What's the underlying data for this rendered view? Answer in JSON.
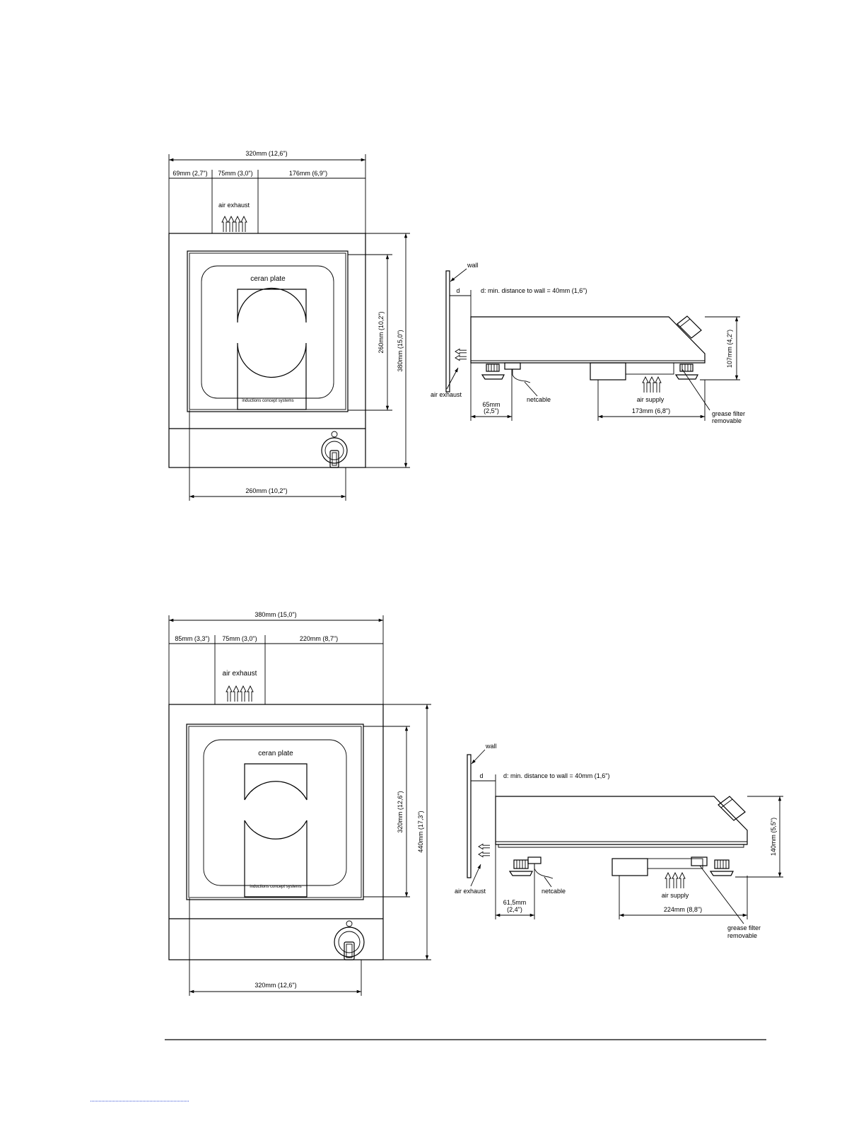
{
  "top": {
    "width_total": "320mm (12,6\")",
    "seg_left": "69mm (2,7\")",
    "seg_mid": "75mm (3,0\")",
    "seg_right": "176mm (6,9\")",
    "air_exhaust": "air exhaust",
    "ceran_plate": "ceran plate",
    "plate_brand": "inductions concept systems",
    "plate_height": "260mm (10,2\")",
    "depth_total": "380mm (15,0\")",
    "plate_width": "260mm (10,2\")",
    "side": {
      "wall": "wall",
      "d": "d",
      "d_note": "d: min. distance to wall = 40mm (1,6\")",
      "air_exhaust": "air exhaust",
      "netcable": "netcable",
      "air_supply": "air supply",
      "foot_dist_mm": "65mm",
      "foot_dist_in": "(2,5\")",
      "supply_dist": "173mm (6,8\")",
      "height": "107mm (4,2\")",
      "filter_1": "grease filter",
      "filter_2": "removable"
    }
  },
  "bottom": {
    "width_total": "380mm (15,0\")",
    "seg_left": "85mm (3,3\")",
    "seg_mid": "75mm (3,0\")",
    "seg_right": "220mm (8,7\")",
    "air_exhaust": "air exhaust",
    "ceran_plate": "ceran plate",
    "plate_brand": "inductions concept systems",
    "plate_height": "320mm (12,6\")",
    "depth_total": "440mm (17,3\")",
    "plate_width": "320mm (12,6\")",
    "side": {
      "wall": "wall",
      "d": "d",
      "d_note": "d: min. distance to wall = 40mm (1,6\")",
      "air_exhaust": "air exhaust",
      "netcable": "netcable",
      "air_supply": "air supply",
      "foot_dist_mm": "61,5mm",
      "foot_dist_in": "(2,4\")",
      "supply_dist": "224mm (8,8\")",
      "height": "140mm (5,5\")",
      "filter_1": "grease filter",
      "filter_2": "removable"
    }
  }
}
